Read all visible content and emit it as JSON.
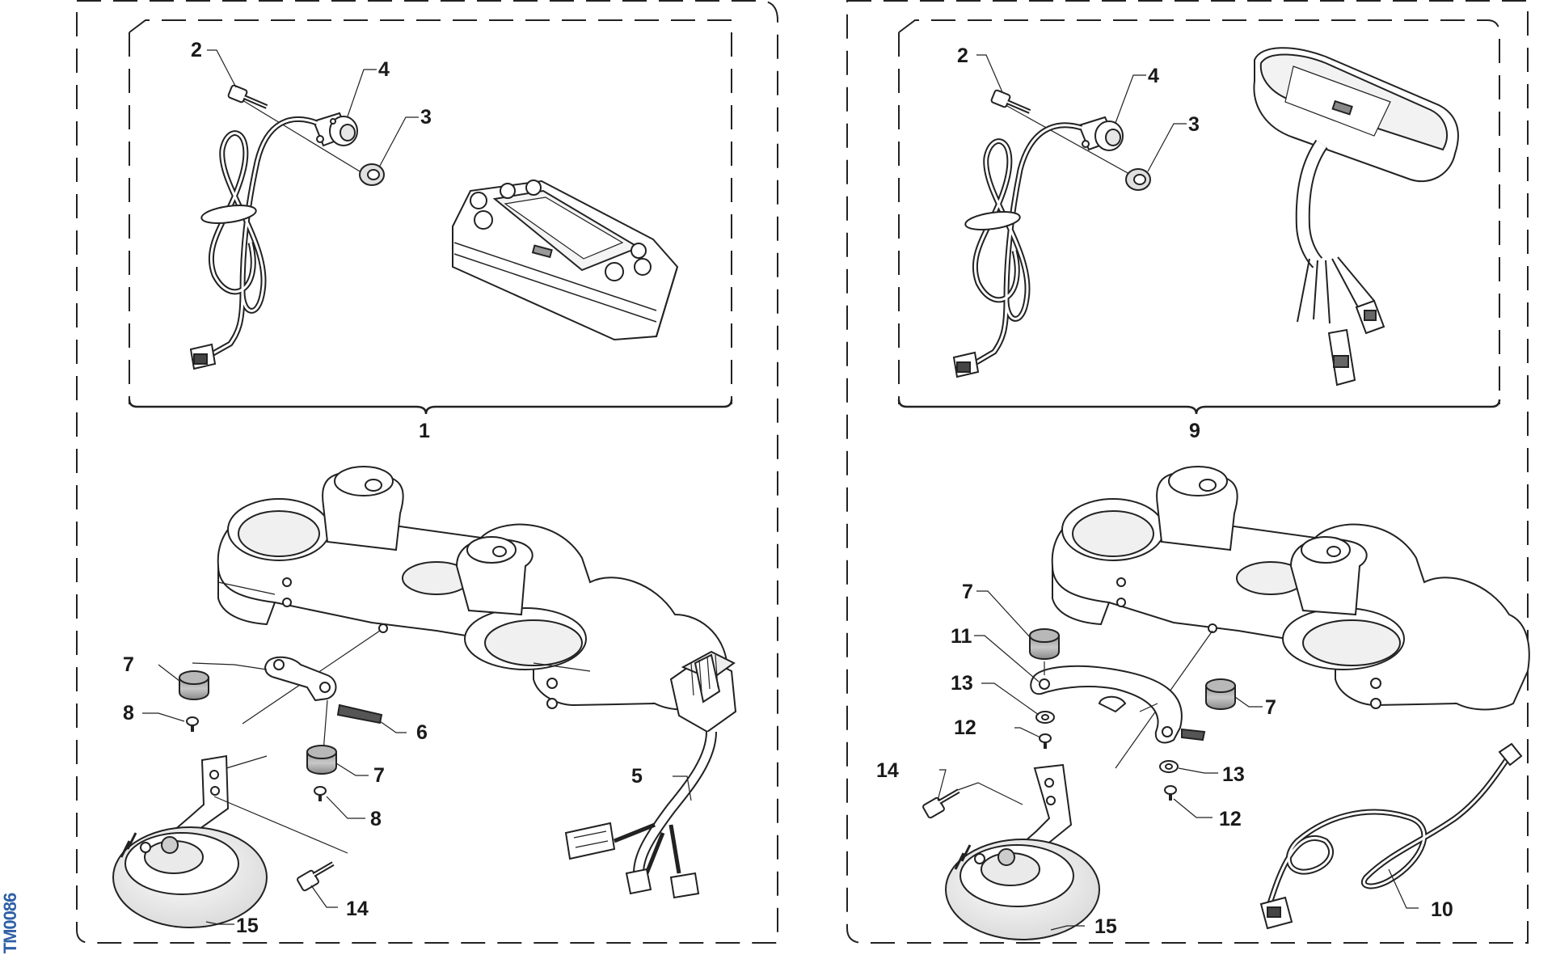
{
  "diagram": {
    "reference_code": "TM0086",
    "left_panel": {
      "group_label": "1",
      "callouts": {
        "bolt": "2",
        "bushing": "3",
        "speed_sensor": "4",
        "wiring_adapter": "5",
        "mounting_bracket": "6",
        "rubber_mount_upper": "7",
        "rubber_mount_lower": "7",
        "screw_upper": "8",
        "screw_lower": "8",
        "horn_bolt": "14",
        "horn": "15"
      }
    },
    "right_panel": {
      "group_label": "9",
      "callouts": {
        "bolt": "2",
        "bushing": "3",
        "speed_sensor": "4",
        "rubber_mount_left": "7",
        "rubber_mount_right": "7",
        "extension_cable": "10",
        "washer_left": "11",
        "screw_left": "12",
        "screw_right": "12",
        "spacer_left": "13",
        "spacer_right": "13",
        "horn_bolt": "14",
        "horn": "15"
      }
    }
  }
}
